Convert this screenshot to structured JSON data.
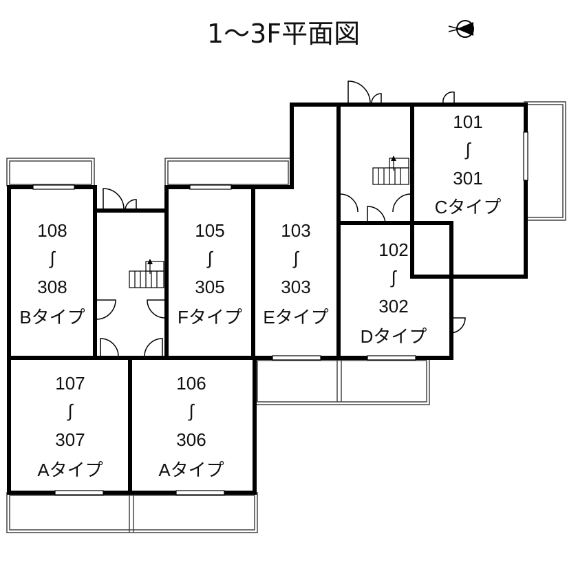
{
  "title": "1～3F平面図",
  "compass_icon": "north-arrow-icon",
  "units": [
    {
      "id": "unit-108",
      "top": "108",
      "sep": "∫",
      "bottom": "308",
      "type": "Bタイプ"
    },
    {
      "id": "unit-105",
      "top": "105",
      "sep": "∫",
      "bottom": "305",
      "type": "Fタイプ"
    },
    {
      "id": "unit-103",
      "top": "103",
      "sep": "∫",
      "bottom": "303",
      "type": "Eタイプ"
    },
    {
      "id": "unit-102",
      "top": "102",
      "sep": "∫",
      "bottom": "302",
      "type": "Dタイプ"
    },
    {
      "id": "unit-101",
      "top": "101",
      "sep": "∫",
      "bottom": "301",
      "type": "Cタイプ"
    },
    {
      "id": "unit-107",
      "top": "107",
      "sep": "∫",
      "bottom": "307",
      "type": "Aタイプ"
    },
    {
      "id": "unit-106",
      "top": "106",
      "sep": "∫",
      "bottom": "306",
      "type": "Aタイプ"
    }
  ]
}
